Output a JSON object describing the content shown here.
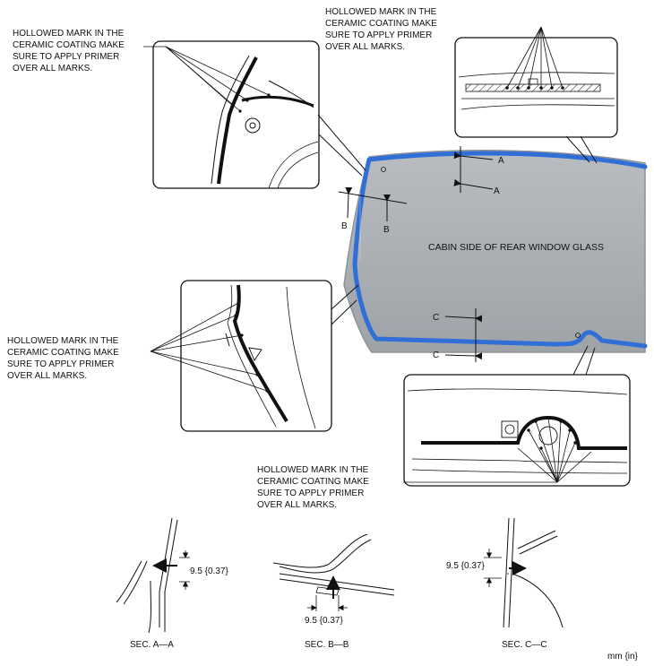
{
  "callouts": {
    "top_left": [
      "HOLLOWED MARK IN THE",
      "CERAMIC COATING MAKE",
      "SURE TO APPLY PRIMER",
      "OVER ALL MARKS."
    ],
    "top_right": [
      "HOLLOWED MARK IN THE",
      "CERAMIC COATING MAKE",
      "SURE TO APPLY PRIMER",
      "OVER ALL MARKS."
    ],
    "mid_left": [
      "HOLLOWED MARK IN THE",
      "CERAMIC COATING MAKE",
      "SURE TO APPLY PRIMER",
      "OVER ALL MARKS."
    ],
    "bottom_center": [
      "HOLLOWED MARK IN THE",
      "CERAMIC COATING MAKE",
      "SURE TO APPLY PRIMER",
      "OVER ALL MARKS."
    ]
  },
  "glass_label": "CABIN SIDE OF REAR WINDOW GLASS",
  "section_letters": {
    "a": "A",
    "b": "B",
    "c": "C"
  },
  "sections": [
    {
      "caption": "SEC. A—A",
      "dimension": "9.5 {0.37}"
    },
    {
      "caption": "SEC. B—B",
      "dimension": "9.5 {0.37}"
    },
    {
      "caption": "SEC. C—C",
      "dimension": "9.5 {0.37}"
    }
  ],
  "units": "mm {in}",
  "colors": {
    "glass": "#a8adb2",
    "glass_edge": "#8d9296",
    "primer_line": "#2f6fd6",
    "ink": "#111111"
  }
}
